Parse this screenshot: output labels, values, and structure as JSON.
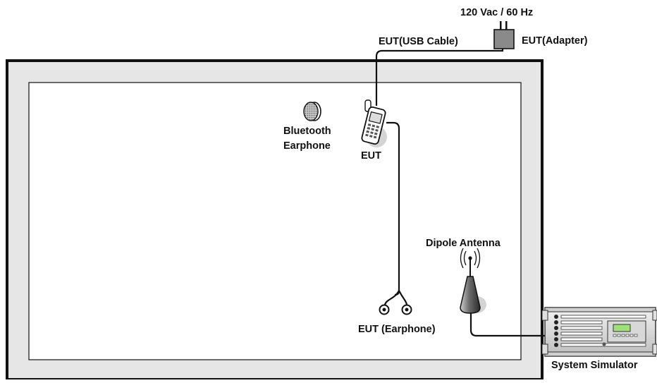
{
  "labels": {
    "power": "120 Vac / 60 Hz",
    "adapter": "EUT(Adapter)",
    "usb_cable": "EUT(USB Cable)",
    "bluetooth_line1": "Bluetooth",
    "bluetooth_line2": "Earphone",
    "eut": "EUT",
    "dipole_antenna": "Dipole Antenna",
    "eut_earphone": "EUT (Earphone)",
    "system_simulator": "System Simulator"
  },
  "icons": {
    "adapter": "power-adapter-icon",
    "phone": "mobile-phone-icon",
    "bluetooth": "bluetooth-earphone-icon",
    "earphone": "wired-earphone-icon",
    "antenna": "dipole-antenna-icon",
    "simulator": "system-simulator-icon"
  },
  "colors": {
    "line": "#111111",
    "chamber_outer": "#e6e6e6",
    "chamber_inner": "#ffffff",
    "device_gray": "#8a8a8a",
    "shadow": "#d4d4d4",
    "display_green": "#9fe07a"
  }
}
